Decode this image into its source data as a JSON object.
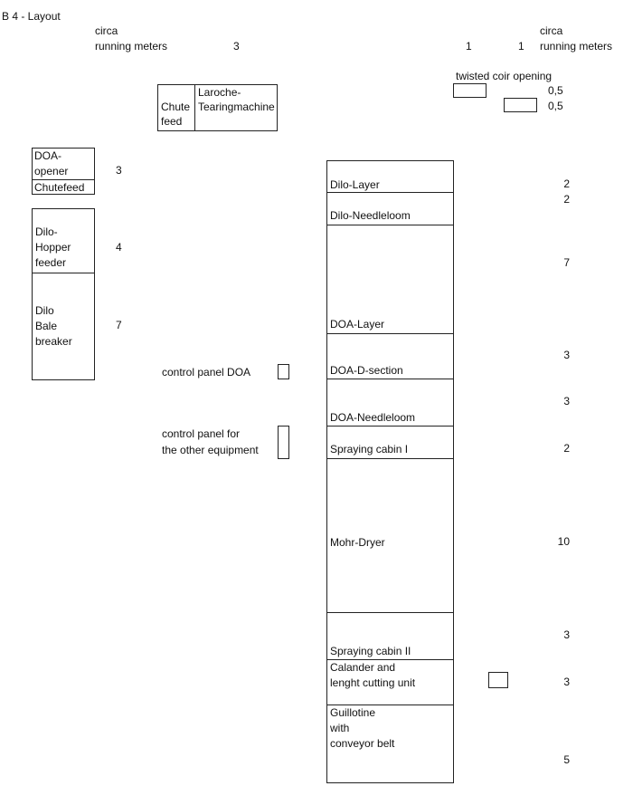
{
  "title": "B 4 - Layout",
  "header": {
    "circa_left": "circa",
    "running_left": "running meters",
    "value_left": "3",
    "one_a": "1",
    "one_b": "1",
    "circa_right": "circa",
    "running_right": "running meters"
  },
  "coir": {
    "label": "twisted coir opening",
    "v1": "0,5",
    "v2": "0,5"
  },
  "laroche": {
    "chute": "Chute",
    "feed": "feed",
    "name1": "Laroche-",
    "name2": "Tearingmachine"
  },
  "left_machines": {
    "doa1": "DOA-",
    "doa2": "opener",
    "chutefeed": "Chutefeed",
    "doa_value": "3",
    "hopper1": "Dilo-",
    "hopper2": "Hopper",
    "hopper3": "feeder",
    "hopper_value": "4",
    "bale1": "Dilo",
    "bale2": "Bale",
    "bale3": "breaker",
    "bale_value": "7"
  },
  "control_panels": {
    "doa": "control panel DOA",
    "other1": "control panel for",
    "other2": "the other equipment"
  },
  "line_sections": [
    {
      "lines": [
        "Dilo-Layer"
      ],
      "value": "2"
    },
    {
      "lines": [
        "Dilo-Needleloom"
      ],
      "value": "2"
    },
    {
      "lines": [
        "DOA-Layer"
      ],
      "value": "7"
    },
    {
      "lines": [
        "DOA-D-section"
      ],
      "value": "3"
    },
    {
      "lines": [
        "DOA-Needleloom"
      ],
      "value": "3"
    },
    {
      "lines": [
        "Spraying cabin I"
      ],
      "value": "2"
    },
    {
      "lines": [
        "Mohr-Dryer"
      ],
      "value": "10"
    },
    {
      "lines": [
        "Spraying cabin II"
      ],
      "value": "3"
    },
    {
      "lines": [
        "Calander and",
        "lenght cutting unit"
      ],
      "value": "3"
    },
    {
      "lines": [
        "Guillotine",
        "with",
        "conveyor belt"
      ],
      "value": "5"
    }
  ]
}
